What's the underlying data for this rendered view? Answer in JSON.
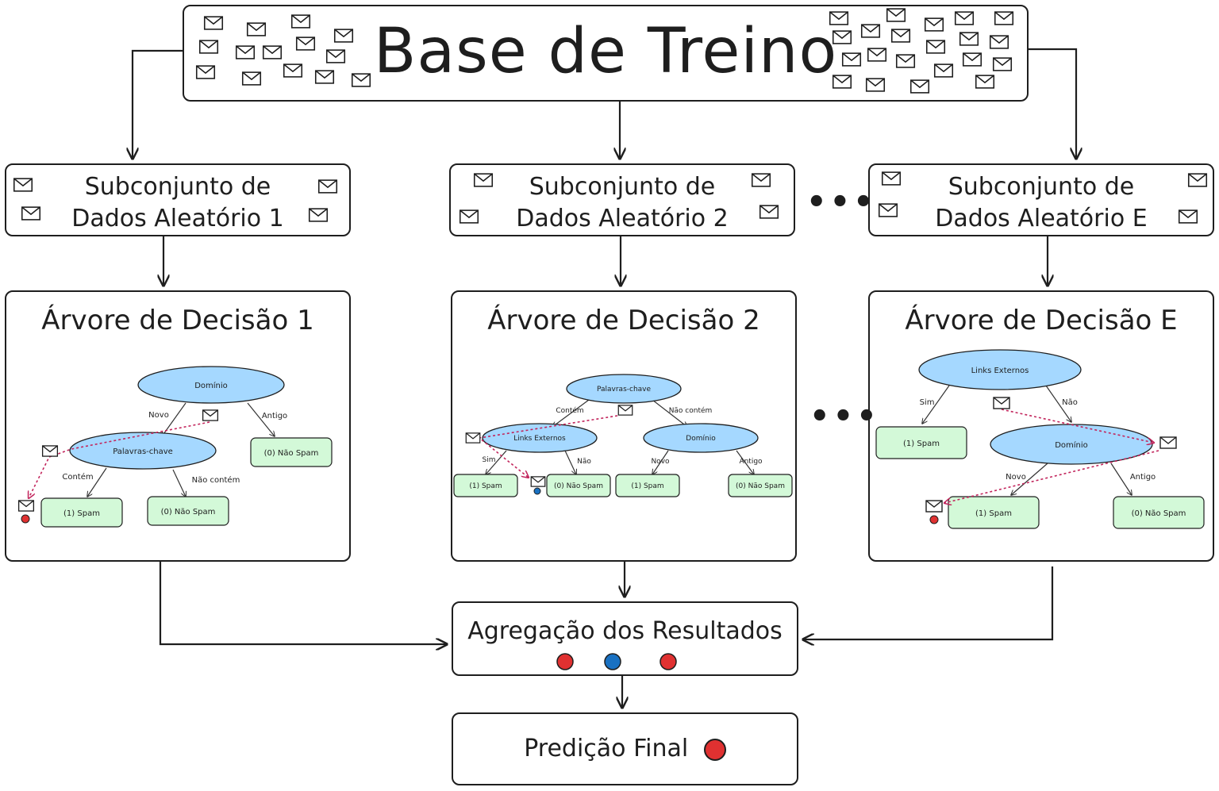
{
  "title": "Base de Treino",
  "subsets": [
    {
      "line1": "Subconjunto de",
      "line2": "Dados Aleatório 1"
    },
    {
      "line1": "Subconjunto de",
      "line2": "Dados Aleatório 2"
    },
    {
      "line1": "Subconjunto de",
      "line2": "Dados Aleatório E"
    }
  ],
  "ellipsis": "•••",
  "trees": [
    {
      "title": "Árvore de Decisão 1",
      "root": "Domínio",
      "root_edges": [
        "Novo",
        "Antigo"
      ],
      "child": "Palavras-chave",
      "child_edges": [
        "Contém",
        "Não contém"
      ],
      "leaves": [
        "(1) Spam",
        "(0) Não Spam",
        "(0) Não Spam"
      ],
      "result_color": "#e03131"
    },
    {
      "title": "Árvore de Decisão 2",
      "root": "Palavras-chave",
      "root_edges": [
        "Contém",
        "Não contém"
      ],
      "child_left": "Links Externos",
      "child_left_edges": [
        "Sim",
        "Não"
      ],
      "child_right": "Domínio",
      "child_right_edges": [
        "Novo",
        "Antigo"
      ],
      "leaves": [
        "(1) Spam",
        "(0) Não Spam",
        "(1) Spam",
        "(0) Não Spam"
      ],
      "result_color": "#1971c2"
    },
    {
      "title": "Árvore de Decisão E",
      "root": "Links Externos",
      "root_edges": [
        "Sim",
        "Não"
      ],
      "child": "Domínio",
      "child_edges": [
        "Novo",
        "Antigo"
      ],
      "leaves": [
        "(1) Spam",
        "(1) Spam",
        "(0) Não Spam"
      ],
      "result_color": "#e03131"
    }
  ],
  "aggregation": {
    "label": "Agregação dos Resultados",
    "votes": [
      "#e03131",
      "#1971c2",
      "#e03131"
    ]
  },
  "final": {
    "label": "Predição Final",
    "color": "#e03131"
  },
  "colors": {
    "node_fill": "#a5d8ff",
    "leaf_fill": "#d3f9d8",
    "path": "#c2255c",
    "red": "#e03131",
    "blue": "#1971c2"
  },
  "icons": {
    "email": "envelope-icon"
  }
}
